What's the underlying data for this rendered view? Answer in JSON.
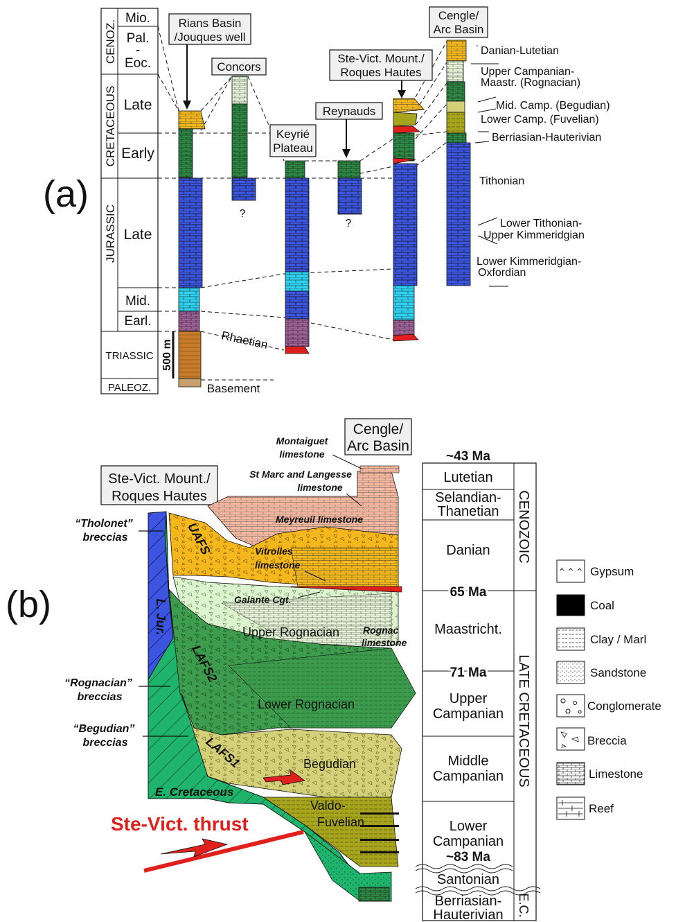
{
  "panel_a": {
    "label": "(a)",
    "strat_column": {
      "cenoz": "CENOZ.",
      "mio": "Mio.",
      "pal_eoc": [
        "Pal.",
        "-",
        "Eoc."
      ],
      "cretaceous": "CRETACEOUS",
      "late": "Late",
      "early": "Early",
      "jurassic": "JURASSIC",
      "jur_late": "Late",
      "mid": "Mid.",
      "earl": "Earl.",
      "triassic": "TRIASSIC",
      "paleoz": "PALEOZ."
    },
    "scale_bar": "500 m",
    "sections": {
      "rians": [
        "Rians Basin",
        "/Jouques well"
      ],
      "concors": "Concors",
      "keyrie": [
        "Keyrié",
        "Plateau"
      ],
      "reynauds": "Reynauds",
      "ste_vict": [
        "Ste-Vict. Mount./",
        "Roques Hautes"
      ],
      "cengle": [
        "Cengle/",
        "Arc Basin"
      ]
    },
    "unknown_mark": "?",
    "rhaetian": "Rhaetian",
    "basement": "Basement",
    "stage_labels": [
      "Danian-Lutetian",
      "Upper Campanian-",
      "Maastr. (Rognacian)",
      "Mid. Camp. (Begudian)",
      "Lower Camp. (Fuvelian)",
      "Berriasian-Hauterivian",
      "Tithonian",
      "Lower Tithonian-",
      "Upper Kimmeridgian",
      "Lower Kimmeridgian-",
      "Oxfordian"
    ]
  },
  "panel_b": {
    "label": "(b)",
    "cengle_box": [
      "Cengle/",
      "Arc Basin"
    ],
    "ste_vict_box": [
      "Ste-Vict. Mount./",
      "Roques Hautes"
    ],
    "annotations": {
      "montaiguet": [
        "Montaiguet",
        "limestone"
      ],
      "st_marc": [
        "St Marc and Langesse",
        "limestone"
      ],
      "meyreuil": "Meyreuil limestone",
      "vitrolles": [
        "Vitrolles",
        "limestone"
      ],
      "galante": "Galante Cgt.",
      "rognac": [
        "Rognac",
        "limestone"
      ],
      "tholonet": [
        "“Tholonet”",
        "breccias"
      ],
      "rognacian_br": [
        "“Rognacian”",
        "breccias"
      ],
      "begudian_br": [
        "“Begudian”",
        "breccias"
      ]
    },
    "units": {
      "uafs": "UAFS",
      "lafs2": "LAFS2",
      "lafs1": "LAFS1",
      "l_jur": "L. Jur.",
      "e_cret": "E. Cretaceous",
      "upper_rognacian": "Upper Rognacian",
      "lower_rognacian": "Lower Rognacian",
      "begudian": "Begudian",
      "valdo": [
        "Valdo-",
        "Fuvelian"
      ]
    },
    "thrust": "Ste-Vict. thrust",
    "timescale": {
      "ages": [
        "~43 Ma",
        "65 Ma",
        "71 Ma",
        "~83 Ma"
      ],
      "stages": {
        "lutetian": "Lutetian",
        "selandian": [
          "Selandian-",
          "Thanetian"
        ],
        "danian": "Danian",
        "maastricht": "Maastricht.",
        "upper_camp": [
          "Upper",
          "Campanian"
        ],
        "middle_camp": [
          "Middle",
          "Campanian"
        ],
        "lower_camp": [
          "Lower",
          "Campanian"
        ],
        "santonian": "Santonian",
        "berriasian": [
          "Berriasian-",
          "Hauterivian"
        ]
      },
      "eras": {
        "cenozoic": "CENOZOIC",
        "late_cret": "LATE CRETACEOUS",
        "ec": "E.C."
      }
    },
    "legend": [
      "Gypsum",
      "Coal",
      "Clay / Marl",
      "Sandstone",
      "Conglomerate",
      "Breccia",
      "Limestone",
      "Reef"
    ]
  },
  "colors": {
    "orange": "#f5b81c",
    "green_dark": "#2e8b45",
    "green_mid": "#4da55a",
    "green_light": "#d8f0c8",
    "green_pale": "#e8f6da",
    "olive": "#a6a31c",
    "olive_light": "#d4d07a",
    "blue": "#3b55e0",
    "cyan": "#2ed2f0",
    "purple": "#a0639a",
    "brown": "#c87b2a",
    "salmon": "#f7b8a0",
    "red": "#e0201c",
    "teal_green": "#1fb46b"
  }
}
